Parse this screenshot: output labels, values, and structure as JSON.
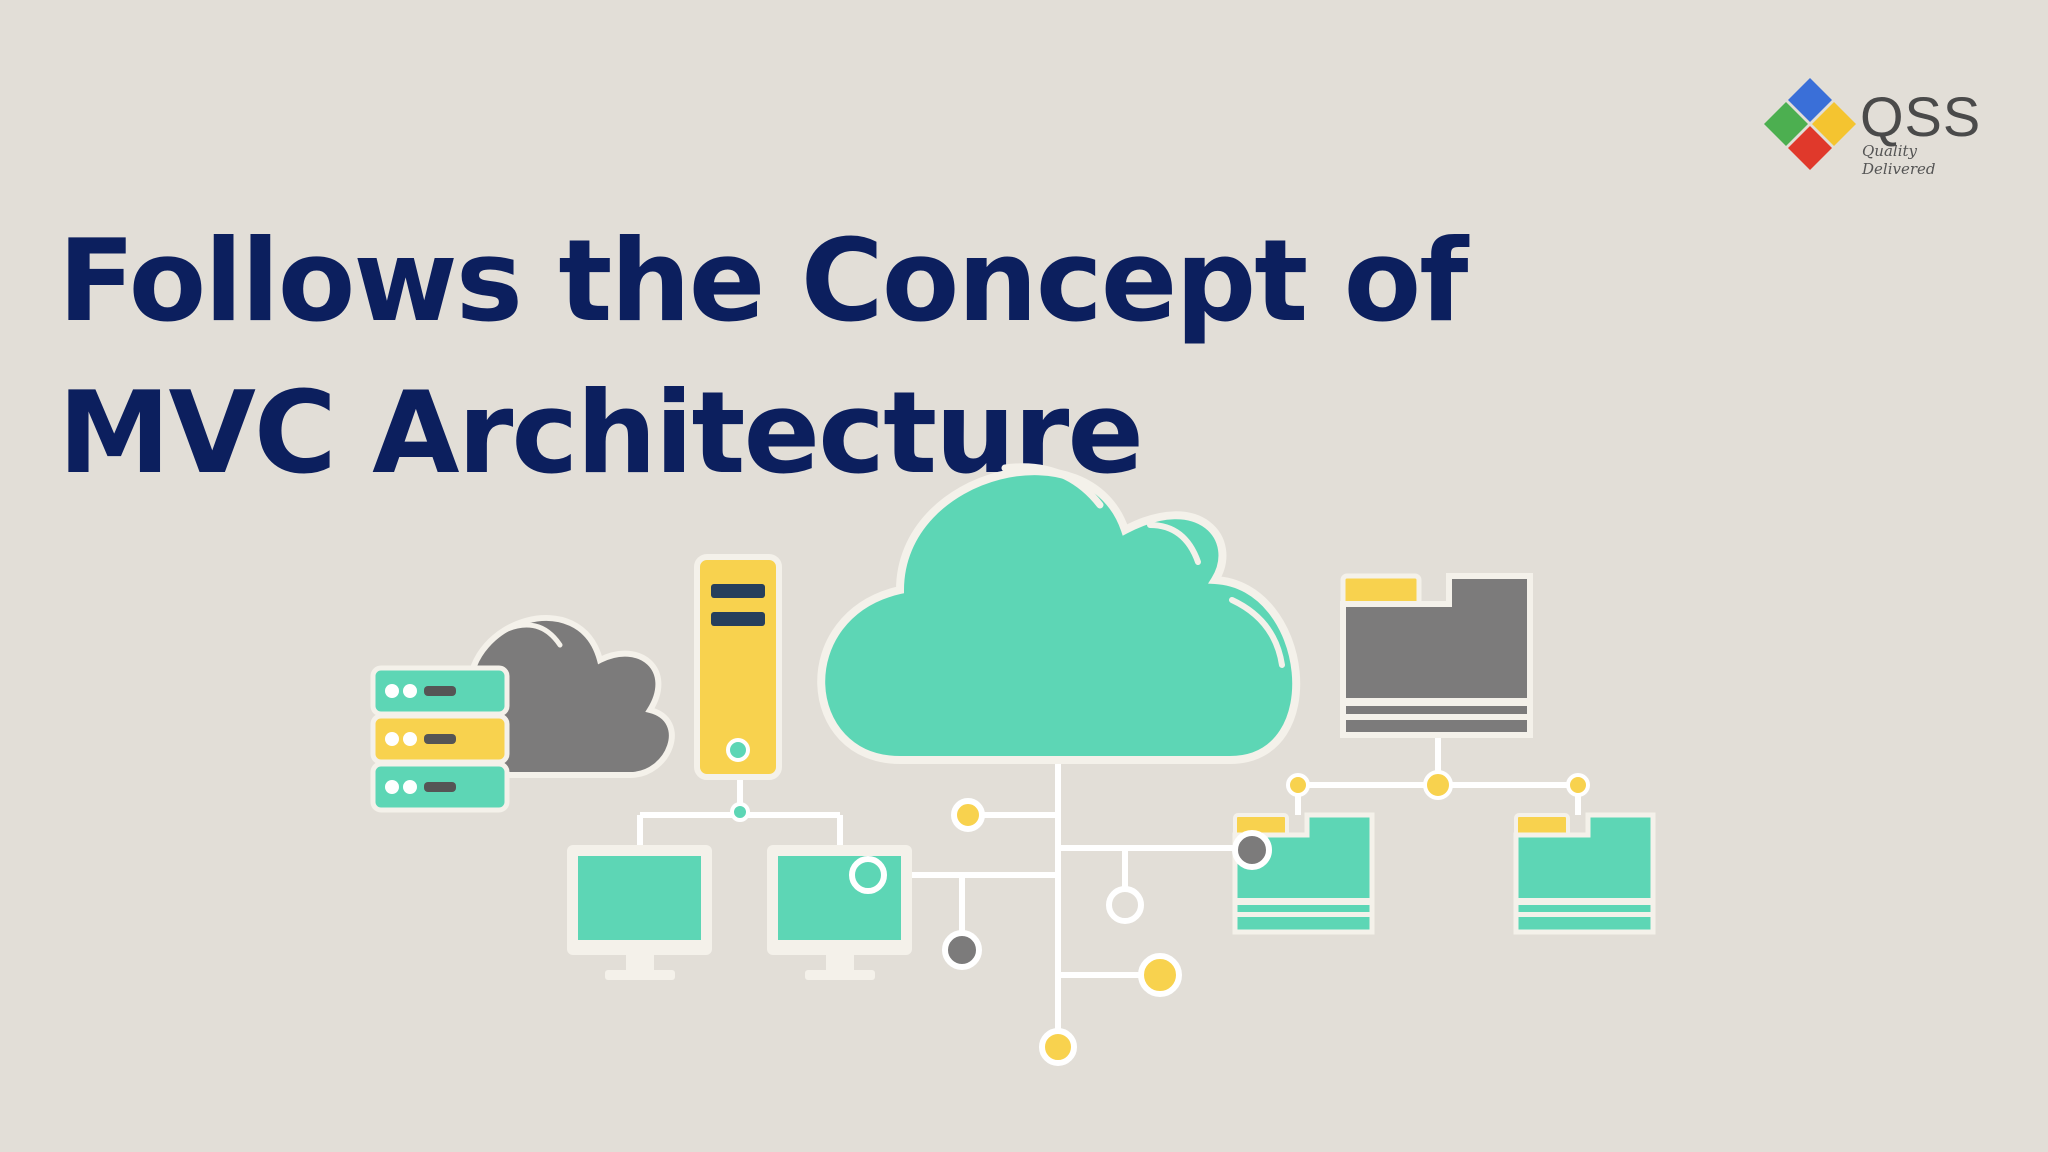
{
  "slide": {
    "title": "Follows the Concept of MVC Architecture"
  },
  "logo": {
    "name": "QSS",
    "tagline": "Quality Delivered"
  },
  "colors": {
    "background": "#e2ded7",
    "title": "#0c1f5e",
    "teal": "#5dd6b5",
    "yellow": "#f8d24e",
    "gray": "#7c7b7b",
    "line": "#ffffff"
  },
  "illustration": {
    "icons": [
      "server-stack-icon",
      "gray-cloud-icon",
      "tower-server-icon",
      "main-cloud-icon",
      "gray-folder-icon",
      "monitor-icon",
      "teal-folder-icon",
      "network-node-icon"
    ]
  }
}
